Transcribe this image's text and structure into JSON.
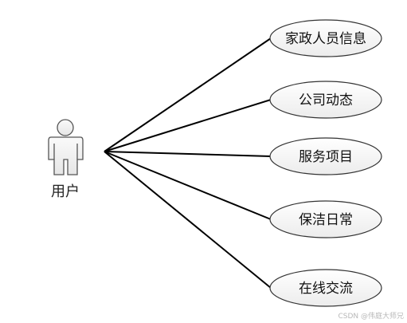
{
  "actor": {
    "label": "用户",
    "icon": "person-icon"
  },
  "use_cases": [
    {
      "label": "家政人员信息"
    },
    {
      "label": "公司动态"
    },
    {
      "label": "服务项目"
    },
    {
      "label": "保洁日常"
    },
    {
      "label": "在线交流"
    }
  ],
  "watermark": "CSDN @伟庭大师兄",
  "colors": {
    "line": "#000000",
    "ellipse_fill": "#f7f7f7",
    "ellipse_stroke": "#333333",
    "actor_stroke": "#555555"
  }
}
